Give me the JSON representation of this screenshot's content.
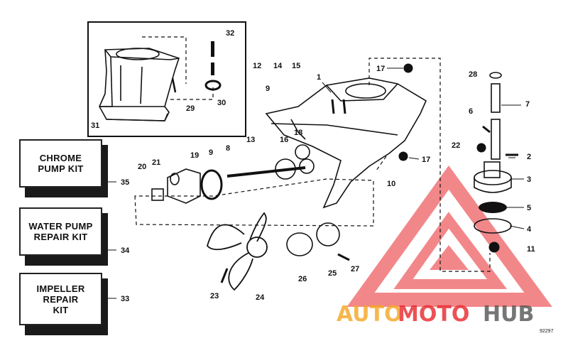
{
  "kits": [
    {
      "id": "chrome",
      "label": "CHROME\nPUMP KIT",
      "number": "35"
    },
    {
      "id": "water-pump",
      "label": "WATER PUMP\nREPAIR KIT",
      "number": "34"
    },
    {
      "id": "impeller",
      "label": "IMPELLER\nREPAIR\nKIT",
      "number": "33"
    }
  ],
  "callouts": [
    "1",
    "2",
    "3",
    "4",
    "5",
    "6",
    "7",
    "8",
    "9",
    "9",
    "10",
    "11",
    "12",
    "13",
    "14",
    "15",
    "16",
    "17",
    "17",
    "18",
    "19",
    "20",
    "21",
    "22",
    "23",
    "24",
    "25",
    "26",
    "27",
    "28",
    "29",
    "30",
    "31",
    "32"
  ],
  "figure_code": "92297",
  "watermark": {
    "auto": "AUTO",
    "moto": "MOTO",
    "hub": "HUB",
    "color_orange": "#f5a623",
    "color_red": "#e8262b",
    "color_grey": "#555555"
  }
}
